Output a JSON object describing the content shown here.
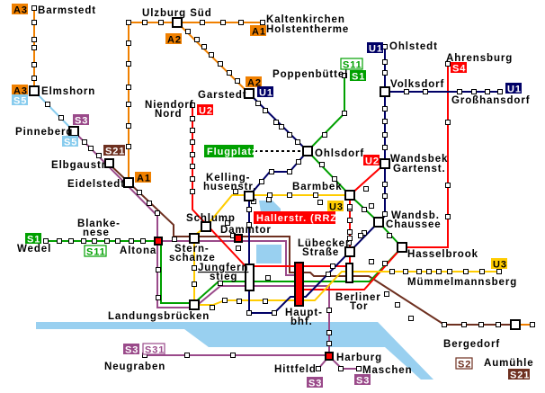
{
  "colors": {
    "a_lines": "#f08000",
    "u1": "#000066",
    "u2": "#ff0000",
    "s4": "#ff0000",
    "u3": "#ffcc00",
    "s1": "#00a000",
    "s5": "#88ccee",
    "s3": "#9a4a8a",
    "s21": "#6e3020",
    "water": "#99d0f0"
  },
  "stations": {
    "barmstedt": "Barmstedt",
    "ulzburg": "Ulzburg Süd",
    "kaltenkirchen_1": "Kaltenkirchen",
    "kaltenkirchen_2": "Holstentherme",
    "elmshorn": "Elmshorn",
    "pinneberg": "Pinneberg",
    "elbgaustr": "Elbgaustr.",
    "eidelstedt": "Eidelstedt",
    "garstedt": "Garstedt",
    "niendorf_1": "Niendorf",
    "niendorf_2": "Nord",
    "poppenbuettel": "Poppenbüttel",
    "ohlstedt": "Ohlstedt",
    "ahrensburg": "Ahrensburg",
    "volksdorf": "Volksdorf",
    "grosshansdorf": "Großhansdorf",
    "ohlsdorf": "Ohlsdorf",
    "wandsbek_1": "Wandsbek",
    "wandsbek_2": "Gartenst.",
    "kelling_1": "Kelling-",
    "kelling_2": "husenstr.",
    "barmbek": "Barmbek",
    "schlump": "Schlump",
    "dammtor": "Dammtor",
    "blankenese_1": "Blanke-",
    "blankenese_2": "nese",
    "wedel": "Wedel",
    "altona": "Altona",
    "sternschanze_1": "Stern-",
    "sternschanze_2": "schanze",
    "jungfernstieg_1": "Jungfern",
    "jungfernstieg_2": "stieg",
    "wandsb_chaussee_1": "Wandsb.",
    "wandsb_chaussee_2": "Chaussee",
    "luebecker_1": "Lübecker",
    "luebecker_2": "Straße",
    "hasselbrook": "Hasselbrook",
    "muemmelmannsberg": "Mümmelmannsberg",
    "berliner_tor_1": "Berliner",
    "berliner_tor_2": "Tor",
    "landungsbruecken": "Landungsbrücken",
    "hbf_1": "Haupt-",
    "hbf_2": "bhf.",
    "neugraben": "Neugraben",
    "harburg": "Harburg",
    "hittfeld": "Hittfeld",
    "maschen": "Maschen",
    "bergedorf": "Bergedorf",
    "aumuehle": "Aumühle"
  },
  "special": {
    "flugplatz": "Flugplatz",
    "hallerstr": "Hallerstr. (RRZ)"
  },
  "badges": [
    {
      "label": "A3"
    },
    {
      "label": "A3"
    },
    {
      "label": "S5"
    },
    {
      "label": "A2"
    },
    {
      "label": "A1"
    },
    {
      "label": "A2"
    },
    {
      "label": "U1"
    },
    {
      "label": "U2"
    },
    {
      "label": "S3"
    },
    {
      "label": "S5"
    },
    {
      "label": "S21"
    },
    {
      "label": "A1"
    },
    {
      "label": "S11"
    },
    {
      "label": "S1"
    },
    {
      "label": "U1"
    },
    {
      "label": "S4"
    },
    {
      "label": "U1"
    },
    {
      "label": "U2"
    },
    {
      "label": "U3"
    },
    {
      "label": "S1"
    },
    {
      "label": "S11"
    },
    {
      "label": "U3"
    },
    {
      "label": "S3"
    },
    {
      "label": "S31"
    },
    {
      "label": "S3"
    },
    {
      "label": "S3"
    },
    {
      "label": "S2"
    },
    {
      "label": "S21"
    }
  ]
}
